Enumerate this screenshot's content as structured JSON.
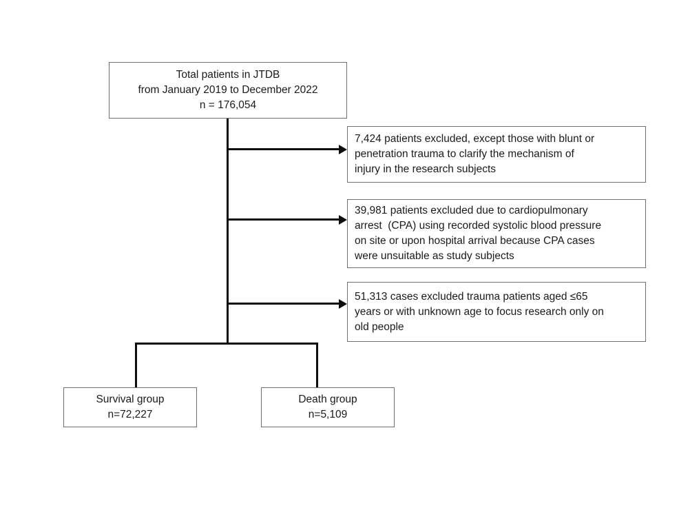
{
  "diagram": {
    "title": "Patient selection flow diagram",
    "colors": {
      "background": "#ffffff",
      "box_border": "#6e6e6e",
      "connector": "#0d0d0d",
      "text": "#1a1a1a"
    }
  },
  "boxes": {
    "total": {
      "name": "Total patients in JTDB",
      "lines": [
        "Total patients in JTDB",
        "from January 2019 to December 2022",
        "n = 176,054"
      ],
      "count": "176,054",
      "period_start": "January 2019",
      "period_end": "December 2022",
      "registry": "JTDB"
    },
    "exclusion_1": {
      "lines": [
        "7,424 patients excluded, except those with blunt or",
        "penetration trauma to clarify the mechanism of",
        "injury in the research subjects"
      ],
      "count": "7,424"
    },
    "exclusion_2": {
      "lines": [
        "39,981 patients excluded due to cardiopulmonary",
        "arrest  (CPA) using recorded systolic blood pressure",
        "on site or upon hospital arrival because CPA cases",
        "were unsuitable as study subjects"
      ],
      "count": "39,981"
    },
    "exclusion_3": {
      "lines": [
        "51,313 cases excluded trauma patients aged ≤65",
        "years or with unknown age to focus research only on",
        "old people"
      ],
      "count": "51,313"
    },
    "survival": {
      "lines": [
        "Survival group",
        "n=72,227"
      ],
      "label": "Survival group",
      "count": "72,227"
    },
    "death": {
      "lines": [
        "Death group",
        "n=5,109"
      ],
      "label": "Death group",
      "count": "5,109"
    }
  },
  "connectors": {
    "trunk": "vertical-trunk",
    "arrow_1": "arrow-to-exclusion-1",
    "arrow_2": "arrow-to-exclusion-2",
    "arrow_3": "arrow-to-exclusion-3",
    "split": "split-to-outcome-groups"
  }
}
